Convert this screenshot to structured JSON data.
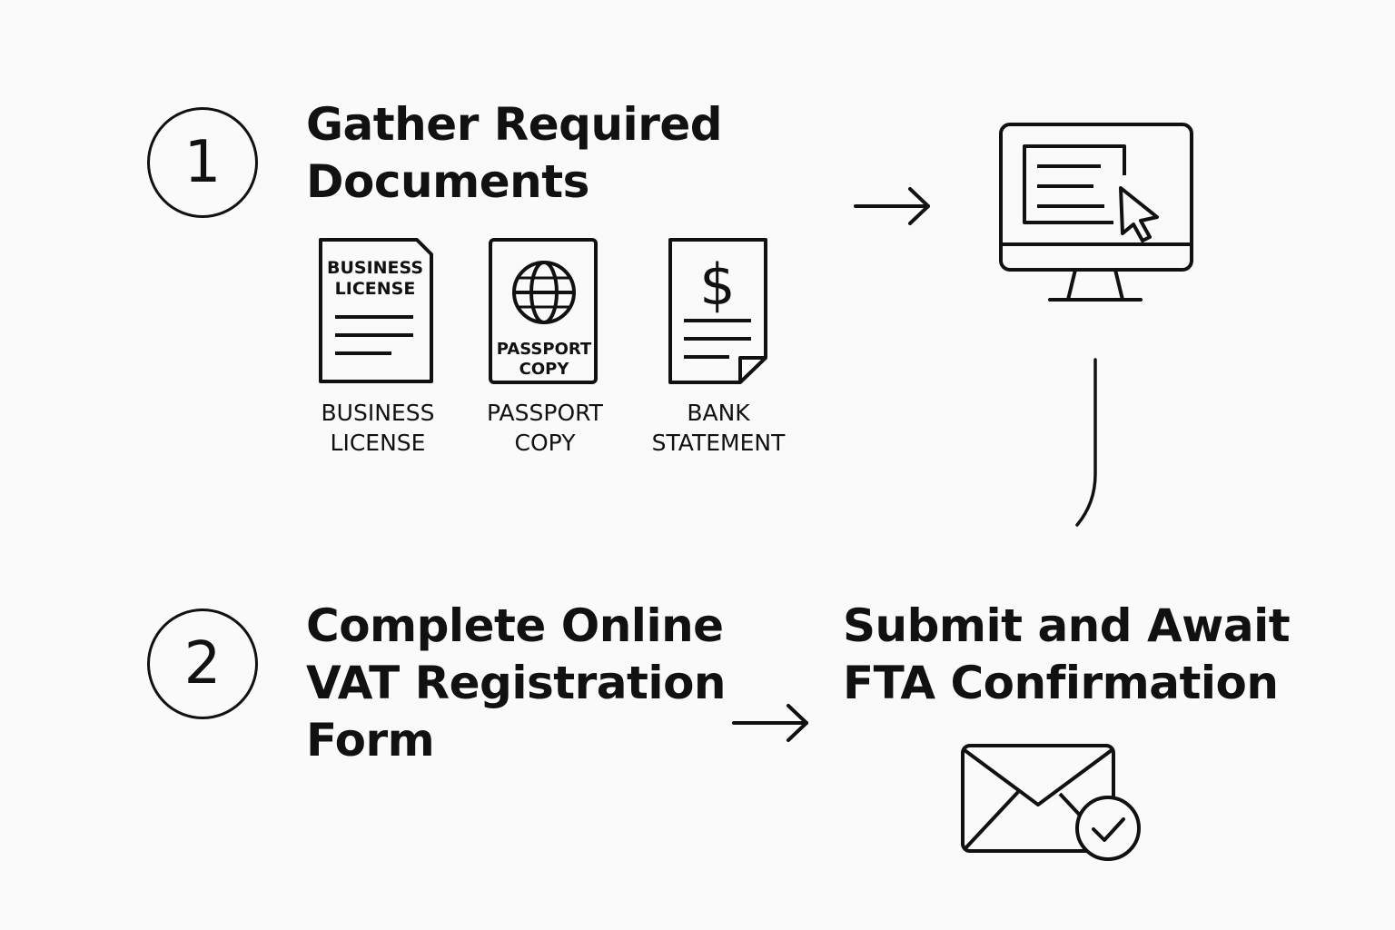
{
  "step1": {
    "number": "1",
    "title_lines": [
      "Gather Required",
      "Documents"
    ]
  },
  "documents": [
    {
      "icon": "business-license-document-icon",
      "icon_text": [
        "BUSINESS",
        "LICENSE"
      ],
      "label_lines": [
        "BUSINESS",
        "LICENSE"
      ]
    },
    {
      "icon": "passport-document-icon",
      "icon_text": [
        "PASSPORT",
        "COPY"
      ],
      "label_lines": [
        "PASSPORT",
        "COPY"
      ]
    },
    {
      "icon": "bank-statement-document-icon",
      "icon_text": [
        "$"
      ],
      "label_lines": [
        "BANK",
        "STATEMENT"
      ]
    }
  ],
  "step2": {
    "number": "2",
    "title_lines": [
      "Complete Online",
      "VAT Registration",
      "Form"
    ]
  },
  "step3": {
    "title_lines": [
      "Submit and Await",
      "FTA Confirmation"
    ]
  },
  "icons": [
    "arrow-right-icon",
    "computer-form-icon",
    "connector-line-icon",
    "envelope-check-icon"
  ],
  "colors": {
    "background": "#fafafa",
    "stroke": "#111111"
  }
}
